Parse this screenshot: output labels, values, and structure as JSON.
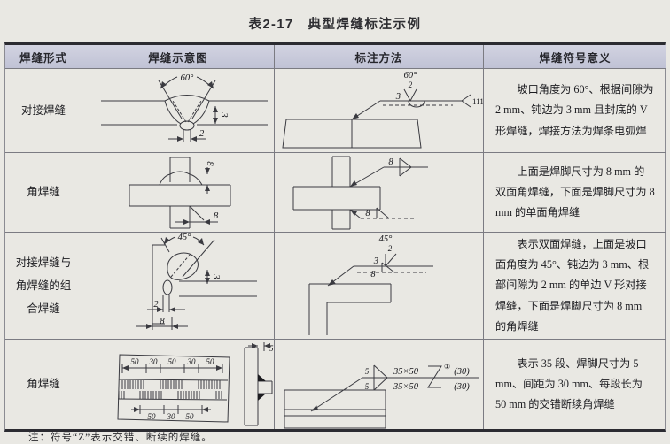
{
  "page": {
    "title": "表2-17　典型焊缝标注示例",
    "note": "注：符号“Z”表示交错、断续的焊缝。"
  },
  "colors": {
    "page_bg": "#e9e8e3",
    "header_bg": "#c6c8da",
    "line": "#3a3a40",
    "border_dark": "#2b2b31"
  },
  "table": {
    "headers": [
      "焊缝形式",
      "焊缝示意图",
      "标注方法",
      "焊缝符号意义"
    ],
    "rows": [
      {
        "form": "对接焊缝",
        "meaning": "坡口角度为 60°、根据间隙为 2 mm、钝边为 3 mm 且封底的 V 形焊缝，焊接方法为焊条电弧焊"
      },
      {
        "form": "角焊缝",
        "meaning": "上面是焊脚尺寸为 8 mm 的双面角焊缝，下面是焊脚尺寸为 8 mm 的单面角焊缝"
      },
      {
        "form": "对接焊缝与角焊缝的组合焊缝",
        "meaning": "表示双面焊缝，上面是坡口面角度为 45°、钝边为 3 mm、根部间隙为 2 mm 的单边 V 形对接焊缝，下面是焊脚尺寸为 8 mm 的角焊缝"
      },
      {
        "form": "角焊缝",
        "meaning": "表示 35 段、焊脚尺寸为 5 mm、间距为 30 mm、每段长为 50 mm 的交错断续角焊缝"
      }
    ]
  },
  "diagrams": {
    "r1s": {
      "angle": "60°",
      "blunt": "3",
      "gap": "2"
    },
    "r1a": {
      "angle": "60°",
      "gap": "2",
      "blunt": "3",
      "process": "111"
    },
    "r2s": {
      "leg_top": "8",
      "leg_bottom": "8"
    },
    "r2a": {
      "leg_top": "8",
      "leg_bottom": "8"
    },
    "r3s": {
      "angle": "45°",
      "blunt": "3",
      "gap": "2",
      "leg": "8"
    },
    "r3a": {
      "angle": "45°",
      "gap": "2",
      "blunt": "3",
      "leg": "8"
    },
    "r4s": {
      "top_dims": [
        "50",
        "30",
        "50",
        "30",
        "50"
      ],
      "bottom_dims": [
        "50",
        "30",
        "50"
      ],
      "side": "5"
    },
    "r4a": {
      "leg_top": "5",
      "leg_bottom": "5",
      "seg_top": "35×50",
      "seg_bottom": "35×50",
      "footnote": "①",
      "pitch_top": "(30)",
      "pitch_bottom": "(30)"
    }
  }
}
